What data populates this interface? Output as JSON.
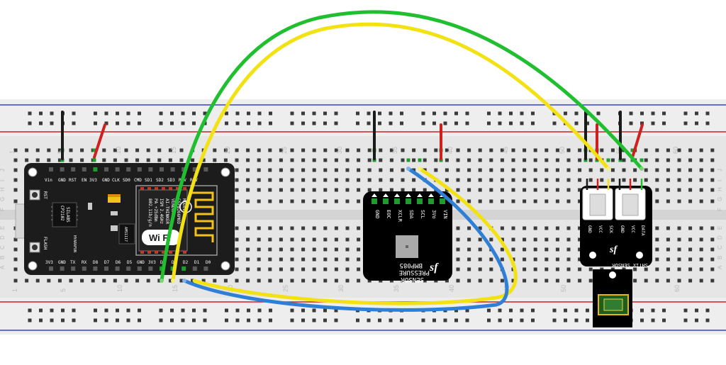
{
  "breadboard": {
    "column_numbers": [
      "1",
      "5",
      "10",
      "15",
      "20",
      "25",
      "30",
      "35",
      "40",
      "45",
      "50",
      "55",
      "60"
    ],
    "row_letters_top": [
      "J",
      "I",
      "H",
      "G",
      "F"
    ],
    "row_letters_bottom": [
      "E",
      "D",
      "C",
      "B",
      "A"
    ]
  },
  "nodemcu": {
    "top_pins": [
      "Vin",
      "GND",
      "RST",
      "EN",
      "3V3",
      "GND",
      "CLK",
      "SD0",
      "CMD",
      "SD1",
      "SD2",
      "SD3",
      "RSV",
      "RSV"
    ],
    "bottom_pins": [
      "3V3",
      "GND",
      "TX",
      "RX",
      "D8",
      "D7",
      "D6",
      "D5",
      "GND",
      "3V3",
      "D4",
      "D3",
      "D2",
      "D1",
      "D0"
    ],
    "rst_label": "RST",
    "flash_label": "FLASH",
    "chip_brand": "SILABS",
    "chip_model": "CP2102",
    "regulator": "AMS1117",
    "module_lines": [
      "MODEL",
      "ESP8266MOD",
      "VENDOR",
      "AI-THINKER",
      "ISM 2.4GHz",
      "PA +25dBm",
      "802.11b/g/n"
    ],
    "wifi_label": "Wi Fi",
    "vendor_mark": "HYARAFUN"
  },
  "bmp085": {
    "pins": [
      "GND",
      "EOC",
      "XCLR",
      "SDA",
      "SCL",
      "3Vo",
      "VIN"
    ],
    "logo": "sf",
    "text_lines": [
      "BMP085",
      "PRESSURE",
      "SENSOR"
    ]
  },
  "sht15": {
    "pins": [
      "GND",
      "VCC",
      "SCK",
      "GND",
      "VCC",
      "DATA"
    ],
    "logo": "sf",
    "title": "SHT1x SENSOR"
  },
  "colors": {
    "board": "#e8e8e8",
    "rail_red": "#cc2222",
    "rail_blue": "#3344cc",
    "hole_green": "#1f9b2f",
    "wire_green": "#1fbf2f",
    "wire_yellow": "#f2e214",
    "wire_blue": "#2f7fd6",
    "wire_black": "#1a1a1a",
    "wire_red": "#d01f1f"
  }
}
